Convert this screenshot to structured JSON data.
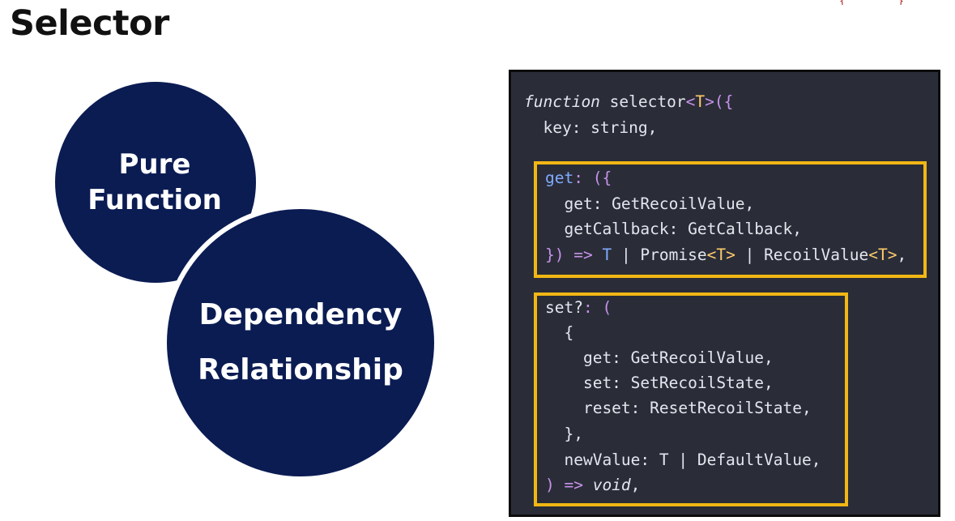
{
  "slide": {
    "title": "Selector"
  },
  "concepts": [
    {
      "label_line1": "Pure",
      "label_line2": "Function"
    },
    {
      "label_line1": "Dependency",
      "label_line2": "Relationship"
    }
  ],
  "code": {
    "l1a": "function",
    "l1b": " selector",
    "l1c": "<",
    "l1d": "T",
    "l1e": ">({",
    "l2": "  key: string,",
    "l3a": "get",
    "l3b": ": ({",
    "l4": "  get: GetRecoilValue,",
    "l5": "  getCallback: GetCallback,",
    "l6a": "}) => ",
    "l6b": "T",
    "l6c": " | Promise",
    "l6d": "<T>",
    "l6e": " | RecoilValue",
    "l6f": "<T>",
    "l6g": ",",
    "l7a": "set?",
    "l7b": ": (",
    "l8": "  {",
    "l9": "    get: GetRecoilValue,",
    "l10": "    set: SetRecoilState,",
    "l11": "    reset: ResetRecoilState,",
    "l12": "  },",
    "l13": "  newValue: T | DefaultValue,",
    "l14a": ") => ",
    "l14b": "void",
    "l14c": ","
  },
  "colors": {
    "circle": "#0b1c53",
    "panel": "#2a2d38",
    "highlight": "#f2b714"
  }
}
